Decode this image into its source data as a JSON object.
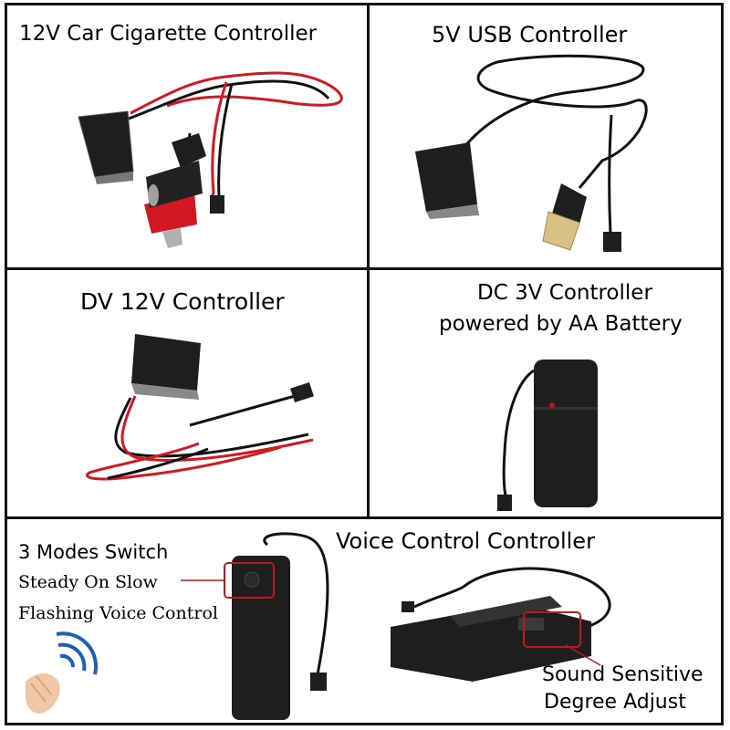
{
  "panels": {
    "car": {
      "title": "12V Car Cigarette Controller"
    },
    "usb": {
      "title": "5V USB Controller"
    },
    "dv": {
      "title": "DV 12V Controller"
    },
    "dc": {
      "title_line1": "DC 3V Controller",
      "title_line2": "powered by AA Battery"
    },
    "voice": {
      "title": "Voice Control Controller",
      "modes_title": "3 Modes Switch",
      "modes_line1": "Steady On Slow",
      "modes_line2": "Flashing Voice Control",
      "sensitivity_line1": "Sound Sensitive",
      "sensitivity_line2": "Degree Adjust"
    }
  },
  "colors": {
    "wire_red": "#d21820",
    "wire_black": "#111111",
    "box": "#1e1e1e",
    "accent_blue": "#1c5fb4",
    "callout": "#c0161c"
  }
}
